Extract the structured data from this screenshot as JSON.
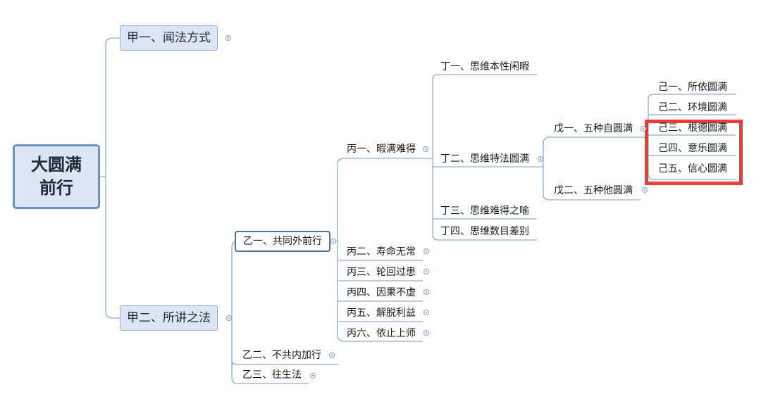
{
  "root": {
    "line1": "大圆满",
    "line2": "前行"
  },
  "jia1": "甲一、闻法方式",
  "jia2": "甲二、所讲之法",
  "yi1": "乙一、共同外前行",
  "yi2": "乙二、不共内加行",
  "yi3": "乙三、往生法",
  "bing1": "丙一、暇满难得",
  "bing2": "丙二、寿命无常",
  "bing3": "丙三、轮回过患",
  "bing4": "丙四、因果不虚",
  "bing5": "丙五、解脱利益",
  "bing6": "丙六、依止上师",
  "ding1": "丁一、思维本性闲暇",
  "ding2": "丁二、思维特法圆满",
  "ding3": "丁三、思维难得之喻",
  "ding4": "丁四、思维数目差别",
  "wu1": "戊一、五种自圆满",
  "wu2": "戊二、五种他圆满",
  "ji1": "己一、所依圆满",
  "ji2": "己二、环境圆满",
  "ji3": "己三、根德圆满",
  "ji4": "己四、意乐圆满",
  "ji5": "己五、信心圆满",
  "colors": {
    "line": "#8aaad6",
    "node_fill": "#dbe5f3",
    "root_border": "#6b90c8",
    "highlight": "#ea3a3a"
  }
}
